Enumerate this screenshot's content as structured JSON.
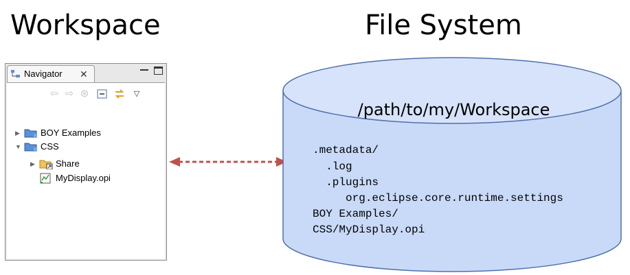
{
  "headings": {
    "workspace": "Workspace",
    "file_system": "File System"
  },
  "navigator": {
    "tab_label": "Navigator",
    "tab_close": "✕",
    "tree": [
      {
        "label": "BOY Examples",
        "expanded": false
      },
      {
        "label": "CSS",
        "expanded": true
      },
      {
        "label": "Share",
        "expanded": false
      },
      {
        "label": "MyDisplay.opi"
      }
    ]
  },
  "file_system": {
    "path": "/path/to/my/Workspace",
    "entries": [
      ".metadata/",
      "  .log",
      "  .plugins",
      "     org.eclipse.core.runtime.settings",
      "BOY Examples/",
      "CSS/MyDisplay.opi"
    ]
  },
  "colors": {
    "cylinder_fill": "#c9daf8",
    "cylinder_stroke": "#4f6faa",
    "arrow": "#c0504d",
    "folder": "#5b8fd6"
  }
}
